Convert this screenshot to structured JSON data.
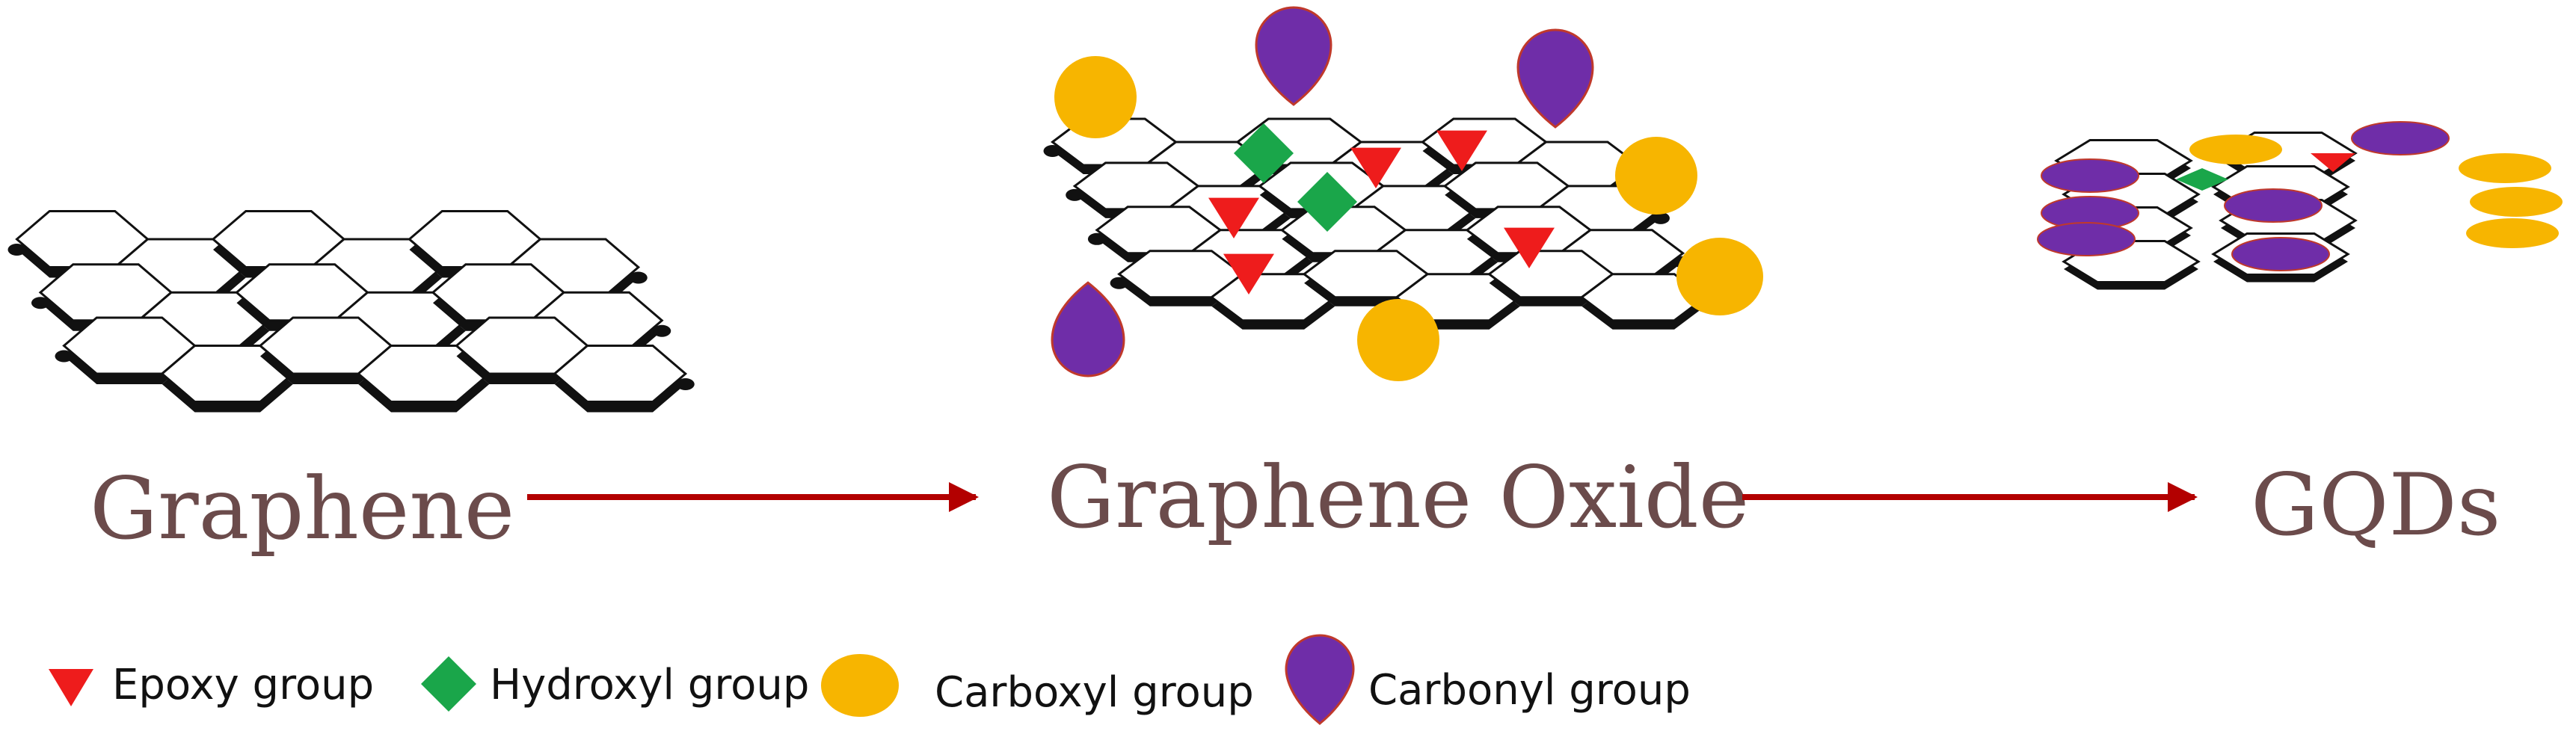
{
  "stages": [
    {
      "label": "Graphene"
    },
    {
      "label": "Graphene Oxide"
    },
    {
      "label": "GQDs"
    }
  ],
  "legend": [
    {
      "label": "Epoxy group",
      "shape": "triangle",
      "color": "#ee1c1c"
    },
    {
      "label": "Hydroxyl group",
      "shape": "diamond",
      "color": "#1aa64a"
    },
    {
      "label": "Carboxyl group",
      "shape": "ellipse",
      "color": "#f7b500"
    },
    {
      "label": "Carbonyl group",
      "shape": "drop",
      "color": "#6f2da8"
    }
  ],
  "colors": {
    "label": "#6b4b4b",
    "arrow": "#b30000",
    "epoxy": "#ee1c1c",
    "hydroxyl": "#1aa64a",
    "carboxyl": "#f7b500",
    "carbonyl": "#6f2da8",
    "carbonyl_edge": "#c0392b"
  }
}
